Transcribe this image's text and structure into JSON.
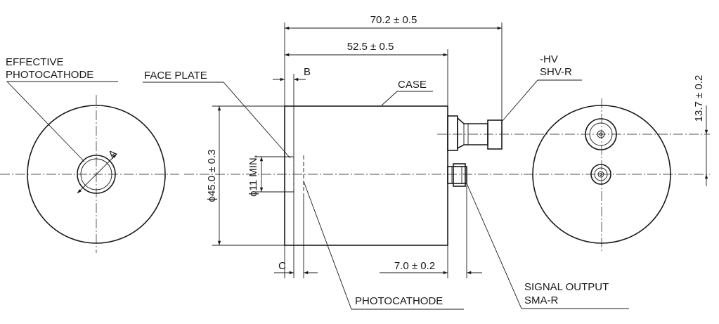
{
  "labels": {
    "effective_photocathode_line1": "EFFECTIVE",
    "effective_photocathode_line2": "PHOTOCATHODE",
    "face_plate": "FACE PLATE",
    "case": "CASE",
    "hv_line1": "-HV",
    "hv_line2": "SHV-R",
    "photocathode": "PHOTOCATHODE",
    "signal_output_line1": "SIGNAL OUTPUT",
    "signal_output_line2": "SMA-R",
    "dim_a": "A",
    "dim_b": "B",
    "dim_c": "C"
  },
  "dimensions": {
    "overall_length": "70.2 ± 0.5",
    "case_length": "52.5 ± 0.5",
    "diameter": "ϕ45.0 ± 0.3",
    "photocathode_min": "ϕ11 MIN.",
    "hv_offset": "13.7 ± 0.2",
    "signal_offset": "7.0 ± 0.2"
  }
}
